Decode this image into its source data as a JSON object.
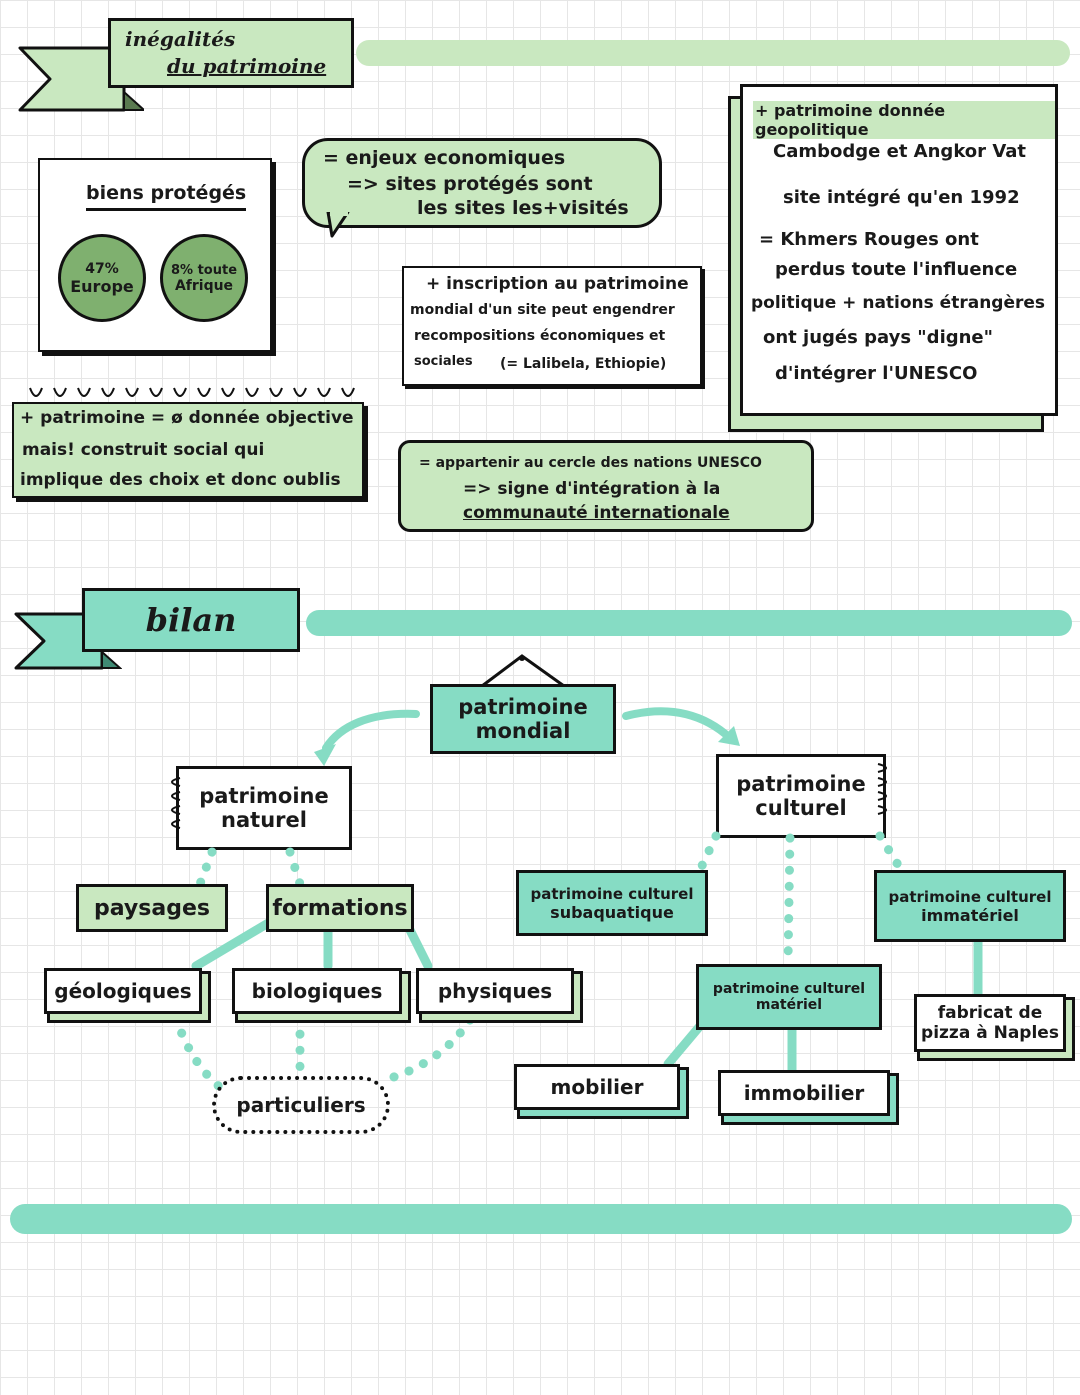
{
  "section1": {
    "title_line1": "inégalités",
    "title_line2": "du patrimoine"
  },
  "biens": {
    "title": "biens protégés",
    "europe_pct": "47%",
    "europe_label": "Europe",
    "afrique_pct": "8% toute",
    "afrique_label": "Afrique"
  },
  "enjeux": {
    "line1": "= enjeux economiques",
    "line2": "=> sites protégés sont",
    "line3": "les sites les+visités"
  },
  "inscription": {
    "line1": "+ inscription au patrimoine",
    "line2": "mondial d'un site peut engendrer",
    "line3": "recompositions économiques et",
    "line4": "sociales",
    "line4b": "(= Lalibela, Ethiopie)"
  },
  "geopolitique": {
    "line1": "+ patrimoine donnée geopolitique",
    "line2": "Cambodge et Angkor Vat",
    "line3": "site intégré qu'en 1992",
    "line4": "= Khmers Rouges ont",
    "line5": "perdus toute l'influence",
    "line6": "politique + nations étrangères",
    "line7": "ont jugés pays \"digne\"",
    "line8": "d'intégrer l'UNESCO"
  },
  "construit": {
    "line1": "+ patrimoine = ø donnée objective",
    "line2": "mais! construit social qui",
    "line3": "implique des choix et donc oublis"
  },
  "unesco": {
    "line1": "= appartenir au cercle des nations UNESCO",
    "line2": "=> signe d'intégration à la",
    "line3": "communauté internationale"
  },
  "section2": {
    "title": "bilan"
  },
  "tree": {
    "root_line1": "patrimoine",
    "root_line2": "mondial",
    "naturel_line1": "patrimoine",
    "naturel_line2": "naturel",
    "culturel_line1": "patrimoine",
    "culturel_line2": "culturel",
    "paysages": "paysages",
    "formations": "formations",
    "geologiques": "géologiques",
    "biologiques": "biologiques",
    "physiques": "physiques",
    "particuliers": "particuliers",
    "subaquatique_line1": "patrimoine culturel",
    "subaquatique_line2": "subaquatique",
    "immateriel_line1": "patrimoine culturel",
    "immateriel_line2": "immatériel",
    "materiel_line1": "patrimoine culturel",
    "materiel_line2": "matériel",
    "mobilier": "mobilier",
    "immobilier": "immobilier",
    "pizza_line1": "fabricat de",
    "pizza_line2": "pizza à Naples"
  },
  "colors": {
    "light_green": "#c9e8c0",
    "teal": "#86dcc4",
    "circle_green": "#7fb06f",
    "ink": "#111111"
  }
}
